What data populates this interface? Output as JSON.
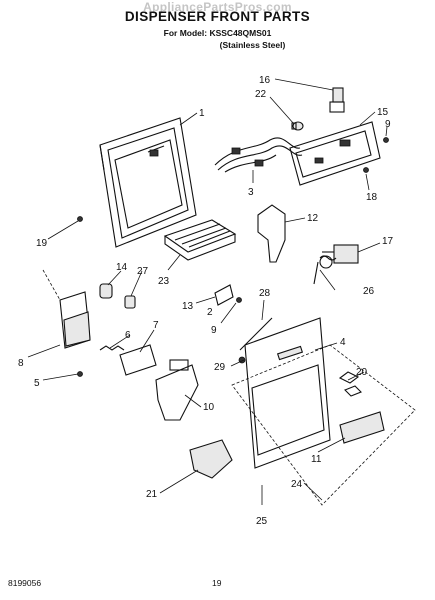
{
  "watermark": "AppliancePartsPros.com",
  "title": "DISPENSER FRONT PARTS",
  "subtitle_model": "For Model: KSSC48QMS01",
  "subtitle_finish": "(Stainless Steel)",
  "doc_number": "8199056",
  "page_number": "19",
  "callouts": {
    "c1": "1",
    "c2": "2",
    "c3": "3",
    "c4": "4",
    "c5": "5",
    "c6": "6",
    "c7": "7",
    "c8": "8",
    "c9a": "9",
    "c9b": "9",
    "c10": "10",
    "c11": "11",
    "c12": "12",
    "c13": "13",
    "c14": "14",
    "c15": "15",
    "c16": "16",
    "c17": "17",
    "c18": "18",
    "c19": "19",
    "c20": "20",
    "c21": "21",
    "c22": "22",
    "c23": "23",
    "c24": "24",
    "c25": "25",
    "c26": "26",
    "c27": "27",
    "c28": "28",
    "c29": "29"
  }
}
